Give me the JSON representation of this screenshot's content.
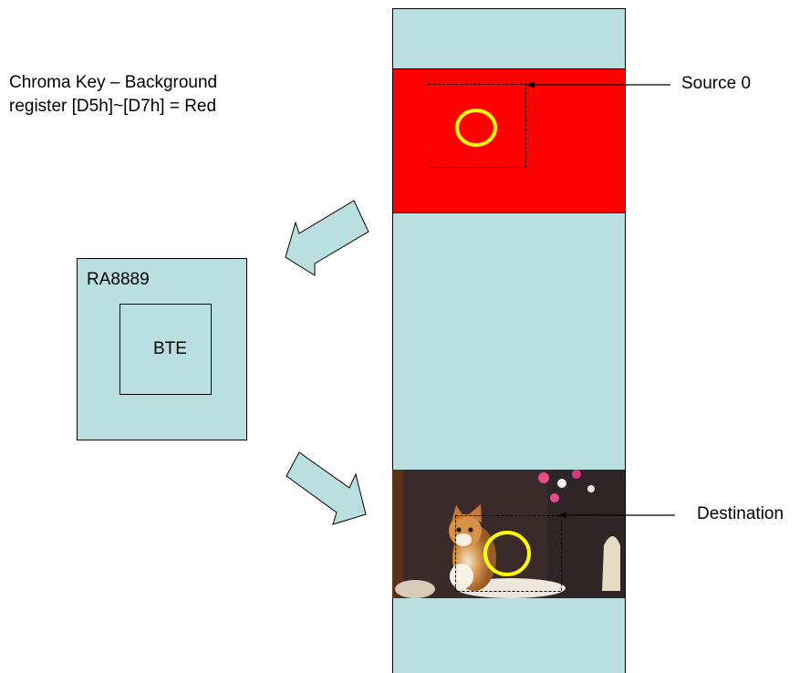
{
  "caption": {
    "line1": "Chroma Key – Background",
    "line2": "register [D5h]~[D7h] = Red"
  },
  "chip": {
    "name": "RA8889",
    "engine": "BTE"
  },
  "labels": {
    "source": "Source 0",
    "destination": "Destination"
  },
  "colors": {
    "memory": "#b9dfe1",
    "chroma_key": "#ff0000",
    "circle": "#ffff00",
    "outline": "#000000"
  },
  "icons": {
    "photo": "kitten-photo"
  }
}
